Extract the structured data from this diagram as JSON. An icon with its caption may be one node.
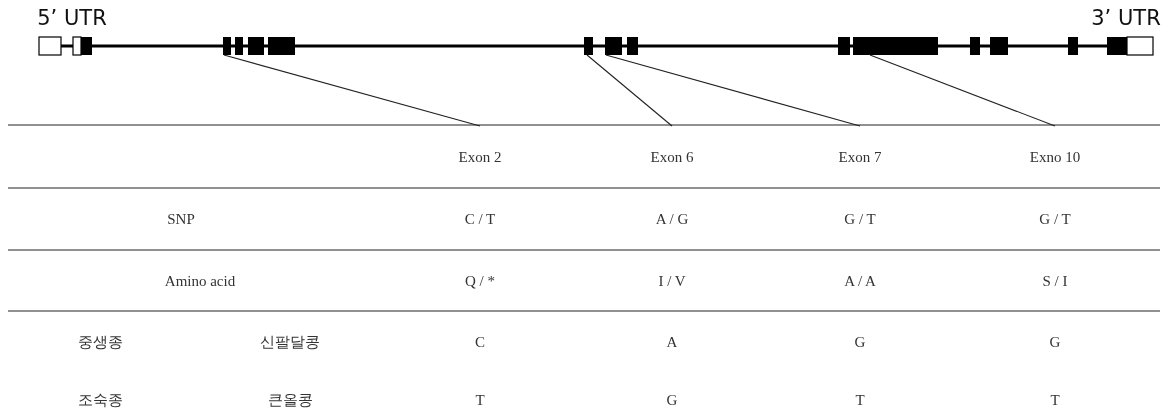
{
  "diagram": {
    "nodes": [
      {
        "text": [],
        "shape": "box"
      },
      {
        "text": [],
        "shape": "box"
      },
      {
        "text": [],
        "shape": "box"
      },
      {
        "text": [],
        "shape": "box"
      },
      {
        "text": [
          "Exon 2"
        ]
      },
      {
        "text": [
          "Exon 6"
        ]
      },
      {
        "text": [
          "Exon 7"
        ]
      },
      {
        "text": [
          "Exno 10"
        ]
      }
    ],
    "edges": [
      {
        "from": 4,
        "to": 0,
        "arrow": "none"
      },
      {
        "from": 5,
        "to": 1,
        "arrow": "none"
      },
      {
        "from": 6,
        "to": 2,
        "arrow": "none"
      },
      {
        "from": 7,
        "to": 3,
        "arrow": "none"
      }
    ],
    "labels": [
      "5’ UTR",
      "3’ UTR",
      "SNP",
      "C / T",
      "A / G",
      "G / T",
      "G / T",
      "Amino acid",
      "Q / *",
      "I / V",
      "A / A",
      "S / I",
      "중생종",
      "신팔달콩",
      "C",
      "A",
      "G",
      "G",
      "조숙종",
      "큰올콩",
      "T",
      "G",
      "T",
      "T"
    ]
  }
}
